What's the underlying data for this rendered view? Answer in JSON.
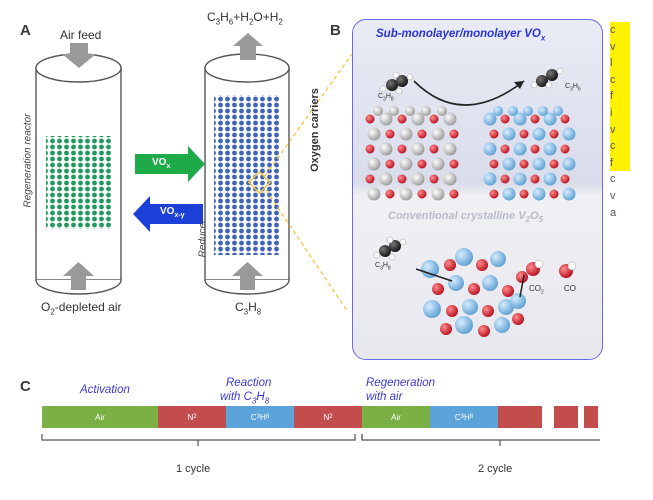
{
  "panels": {
    "a": "A",
    "b": "B",
    "c": "C"
  },
  "panel_a": {
    "air_feed": "Air feed",
    "products_main": "C",
    "products_sub1": "3",
    "products_mid": "H",
    "products_sub2": "6",
    "products_tail": "+H",
    "products_sub3": "2",
    "products_tail2": "O+H",
    "products_sub4": "2",
    "regeneration_reactor": "Regeneration reactor",
    "reducer": "Reducer",
    "oxygen_carriers": "Oxygen carriers",
    "vox_main": "VO",
    "vox_sub": "x",
    "voxy_main": "VO",
    "voxy_sub": "x-y",
    "o2_main": "O",
    "o2_sub": "2",
    "o2_tail": "-depleted air",
    "c3h8_main": "C",
    "c3h8_sub1": "3",
    "c3h8_mid": "H",
    "c3h8_sub2": "8"
  },
  "panel_b": {
    "title_main": "Sub-monolayer/monolayer VO",
    "title_sub": "x",
    "subtitle_main": "Conventional crystalline V",
    "subtitle_sub1": "2",
    "subtitle_mid": "O",
    "subtitle_sub2": "5",
    "mol1": "C",
    "mol1_sub1": "3",
    "mol1_mid": "H",
    "mol1_sub2": "8",
    "mol2": "C",
    "mol2_sub1": "3",
    "mol2_mid": "H",
    "mol2_sub2": "6",
    "mol3": "C",
    "mol3_sub1": "3",
    "mol3_mid": "H",
    "mol3_sub2": "8",
    "co2_main": "CO",
    "co2_sub": "2",
    "co": "CO"
  },
  "panel_c": {
    "activation": "Activation",
    "reaction_l1": "Reaction",
    "reaction_l2_main": "with C",
    "reaction_l2_sub1": "3",
    "reaction_l2_mid": "H",
    "reaction_l2_sub2": "8",
    "regen_l1": "Regeneration",
    "regen_l2": "with air",
    "segments": [
      {
        "label": "Air",
        "color": "#7bb045"
      },
      {
        "label": "N",
        "sub": "2",
        "color": "#c34d4d"
      },
      {
        "label": "C",
        "sub": "3",
        "mid": "H",
        "sub2": "8",
        "color": "#5ba3d9"
      },
      {
        "label": "N",
        "sub": "2",
        "color": "#c34d4d"
      },
      {
        "label": "Air",
        "color": "#7bb045"
      },
      {
        "label": "C",
        "sub": "3",
        "mid": "H",
        "sub2": "8",
        "color": "#5ba3d9"
      },
      {
        "label": "",
        "color": "#c34d4d"
      },
      {
        "label": "",
        "color": "#c34d4d"
      },
      {
        "label": "",
        "color": "#c34d4d"
      }
    ],
    "cycle1": "1 cycle",
    "cycle2": "2 cycle"
  },
  "side_text_lines": [
    "c",
    "v",
    "l",
    "c",
    "f",
    "i",
    "v",
    "c",
    "f",
    "c",
    "v",
    "a"
  ],
  "colors": {
    "green_arrow": "#1faa4a",
    "blue_arrow": "#1c3fd8",
    "green_particles": "#1f9a5c",
    "blue_particles": "#3f64b8",
    "box_border": "#6a6ae6",
    "highlight": "#fff200"
  }
}
